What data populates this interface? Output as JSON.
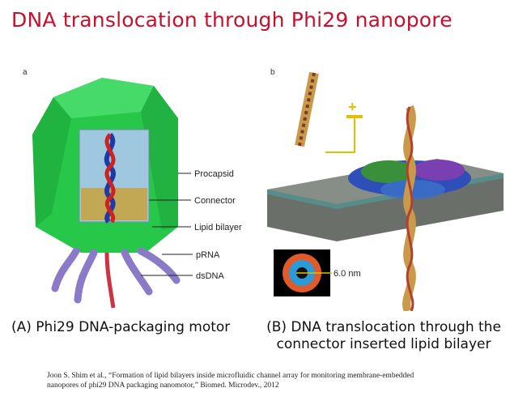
{
  "title": "DNA translocation through Phi29 nanopore",
  "panel_a": {
    "letter": "a",
    "labels": {
      "procapsid": "Procapsid",
      "connector": "Connector",
      "lipid_bilayer": "Lipid bilayer",
      "prna": "pRNA",
      "dsdna": "dsDNA"
    },
    "caption": "(A) Phi29 DNA-packaging motor"
  },
  "panel_b": {
    "letter": "b",
    "plus": "+",
    "minus": "−",
    "scale_label": "6.0 nm",
    "caption_line1": "(B) DNA translocation through the",
    "caption_line2": "connector inserted lipid bilayer"
  },
  "citation_line1": "Joon S. Shim et al., “Formation of lipid bilayers inside microfluidic channel array for monitoring membrane-embedded",
  "citation_line2": "nanopores of phi29 DNA packaging nanomotor,” Biomed. Microdev., 2012",
  "colors": {
    "title": "#c8102e",
    "procapsid": "#27c84a",
    "bilayer": "#6a6f6a",
    "voltage": "#e0c000"
  }
}
